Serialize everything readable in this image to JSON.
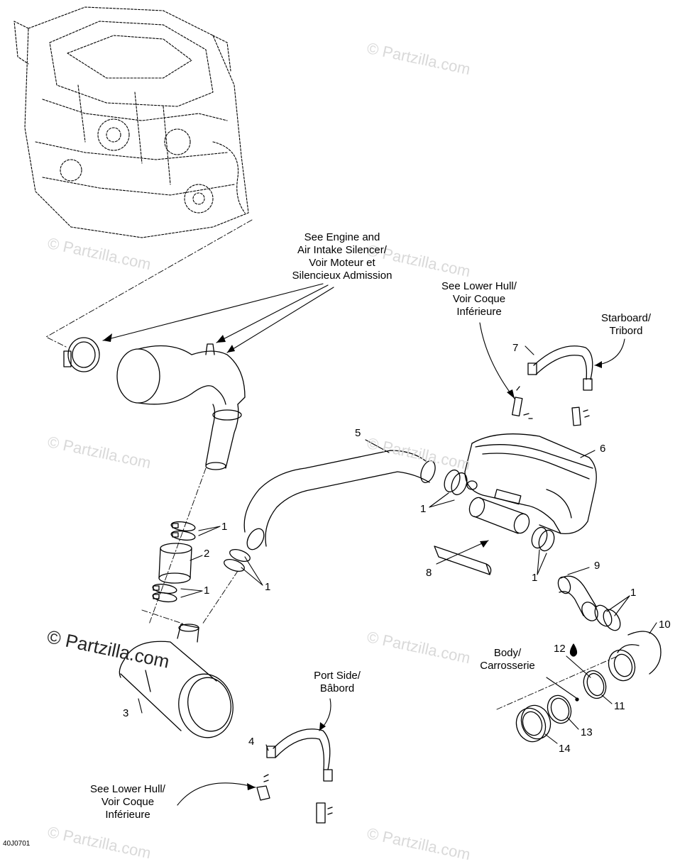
{
  "labels": {
    "engine_ref": [
      "See Engine and",
      "Air Intake Silencer/",
      "Voir Moteur et",
      "Silencieux Admission"
    ],
    "lower_hull_top": [
      "See Lower Hull/",
      "Voir Coque",
      "Inférieure"
    ],
    "starboard": [
      "Starboard/",
      "Tribord"
    ],
    "port_side": [
      "Port Side/",
      "Bâbord"
    ],
    "lower_hull_bottom": [
      "See Lower Hull/",
      "Voir Coque",
      "Inférieure"
    ],
    "body": [
      "Body/",
      "Carrosserie"
    ]
  },
  "part_numbers": {
    "p1a": "1",
    "p1b": "1",
    "p1c": "1",
    "p1d": "1",
    "p1e": "1",
    "p1f": "1",
    "p2": "2",
    "p3": "3",
    "p4": "4",
    "p5": "5",
    "p6": "6",
    "p7": "7",
    "p8": "8",
    "p9": "9",
    "p10": "10",
    "p11": "11",
    "p12": "12",
    "p13": "13",
    "p14": "14"
  },
  "watermark": "© Partzilla.com",
  "diagram_code": "40J0701",
  "colors": {
    "line": "#000000",
    "watermark": "#d9d9d9"
  }
}
